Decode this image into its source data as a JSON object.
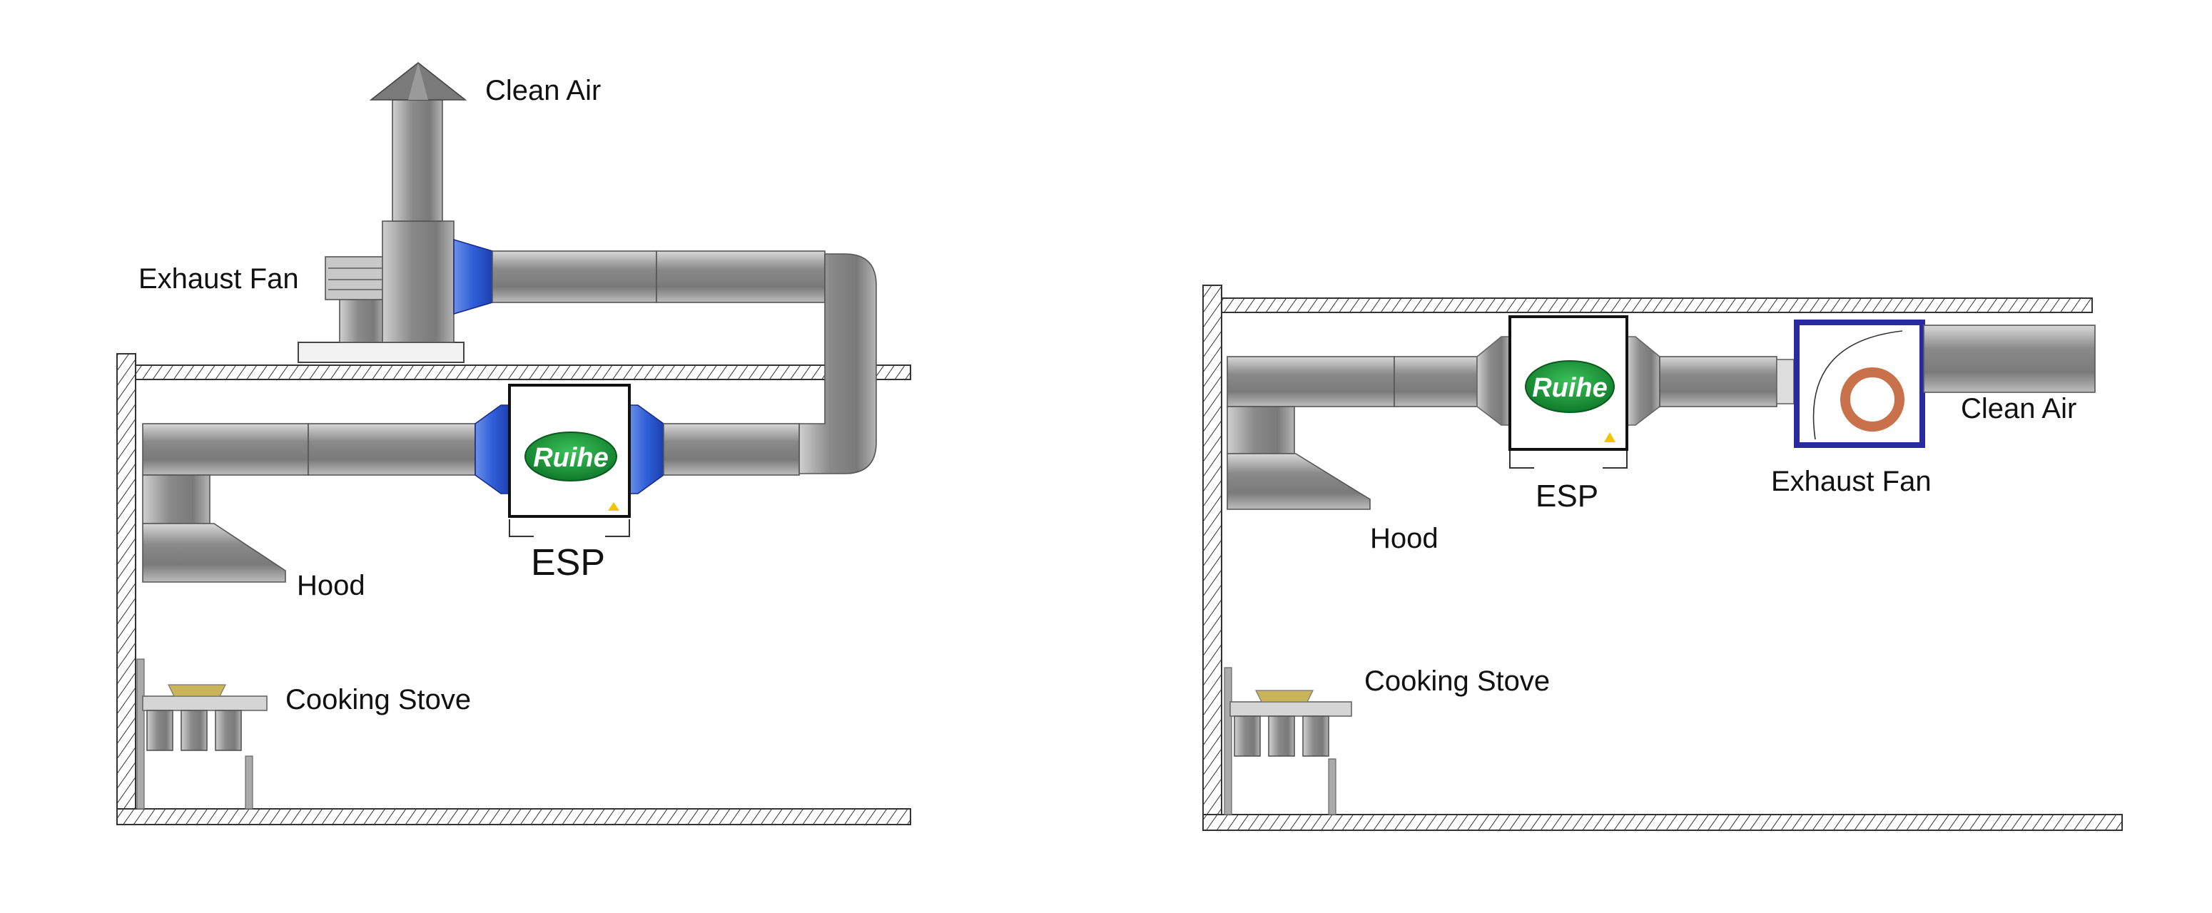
{
  "left_diagram": {
    "labels": {
      "clean_air": "Clean Air",
      "exhaust_fan": "Exhaust Fan",
      "esp": "ESP",
      "hood": "Hood",
      "cooking_stove": "Cooking Stove"
    },
    "logo_text": "Ruihe"
  },
  "right_diagram": {
    "labels": {
      "clean_air": "Clean Air",
      "exhaust_fan": "Exhaust Fan",
      "esp": "ESP",
      "hood": "Hood",
      "cooking_stove": "Cooking Stove"
    },
    "logo_text": "Ruihe"
  },
  "colors": {
    "duct": "#8a8a8a",
    "transition_blue": "#2f5fd8",
    "logo_green": "#1f9a3c",
    "fan_frame": "#2a2aa0",
    "fan_ring": "#c9714a",
    "stove_pan": "#c9b45a"
  }
}
